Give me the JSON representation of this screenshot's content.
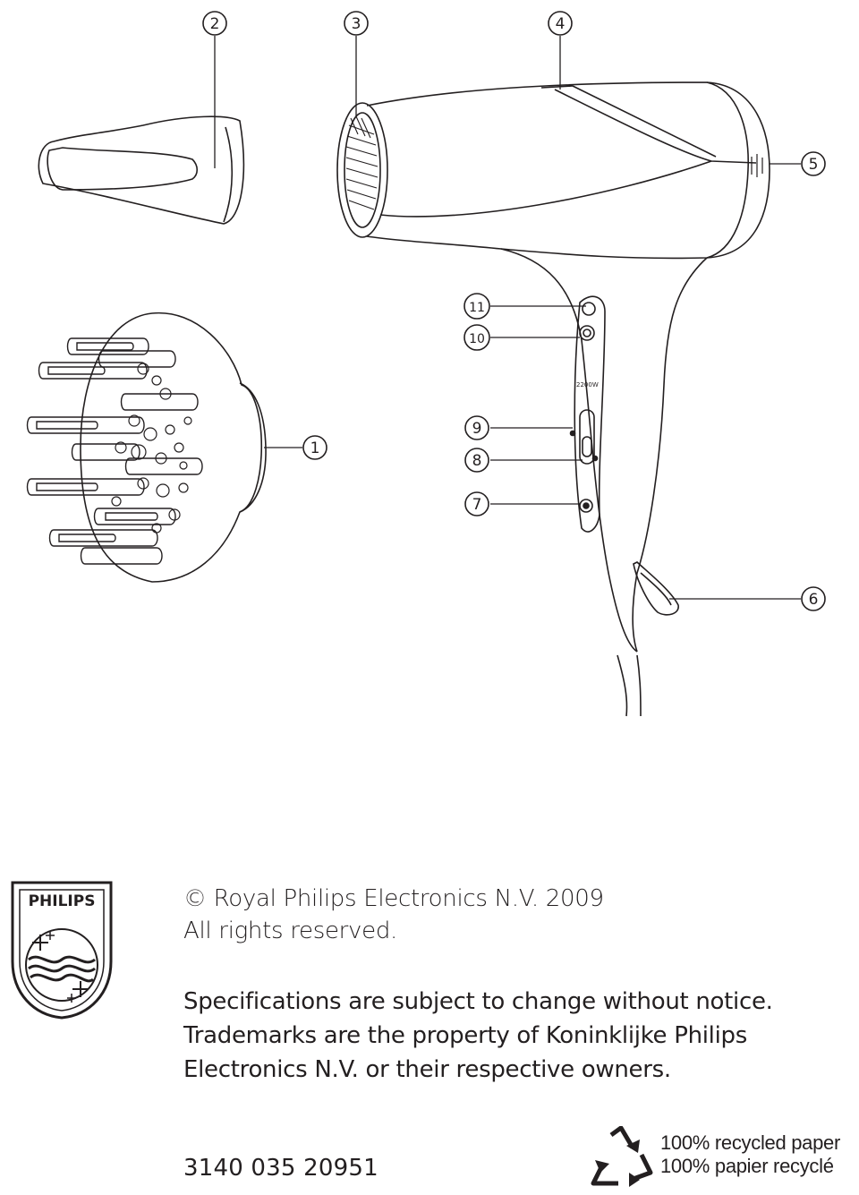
{
  "figure": {
    "callouts": [
      "1",
      "2",
      "3",
      "4",
      "5",
      "6",
      "7",
      "8",
      "9",
      "10",
      "11"
    ],
    "power_label": "2200W"
  },
  "footer": {
    "brand": "PHILIPS",
    "copyright_line1": "© Royal Philips Electronics N.V. 2009",
    "copyright_line2": "All rights reserved.",
    "spec_line1": "Specifications are subject to change without notice.",
    "spec_line2": "Trademarks are the property of Koninklijke Philips",
    "spec_line3": "Electronics N.V. or their respective owners.",
    "document_code": "3140 035 20951",
    "recycled_en": "100% recycled paper",
    "recycled_fr": "100% papier recyclé"
  }
}
